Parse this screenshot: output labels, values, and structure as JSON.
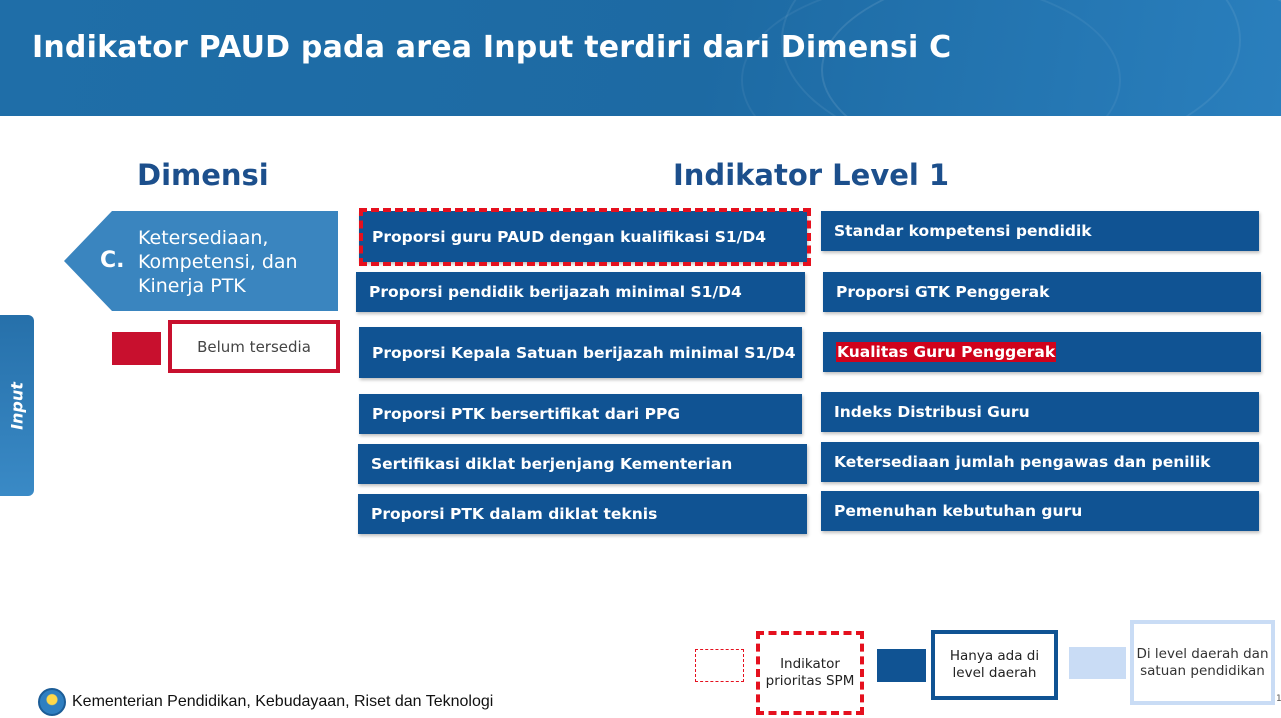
{
  "title": "Indikator PAUD pada area Input terdiri dari Dimensi C",
  "side_tab": "Input",
  "dimensi_heading": "Dimensi",
  "indikator_heading": "Indikator Level 1",
  "dimension": {
    "letter": "C.",
    "label": "Ketersediaan, Kompetensi, dan Kinerja PTK"
  },
  "status_label": "Belum tersedia",
  "indicators_left": [
    "Proporsi guru PAUD dengan kualifikasi S1/D4",
    "Proporsi pendidik berijazah minimal S1/D4",
    "Proporsi Kepala Satuan berijazah minimal S1/D4",
    "Proporsi PTK bersertifikat dari PPG",
    "Sertifikasi diklat berjenjang Kementerian",
    "Proporsi PTK dalam diklat teknis"
  ],
  "indicators_right": [
    "Standar kompetensi pendidik",
    "Proporsi GTK Penggerak",
    "Kualitas Guru Penggerak",
    "Indeks Distribusi Guru",
    "Ketersediaan jumlah pengawas dan penilik",
    "Pemenuhan kebutuhan guru"
  ],
  "legend": {
    "spm": "Indikator prioritas SPM",
    "daerah": "Hanya ada di level daerah",
    "satuan": "Di level daerah dan satuan pendidikan"
  },
  "footer": "Kementerian Pendidikan, Kebudayaan, Riset dan Teknologi",
  "page_number": "1",
  "colors": {
    "primary": "#105393",
    "highlight_red": "#c8102e",
    "light_blue": "#c9dcf5"
  }
}
